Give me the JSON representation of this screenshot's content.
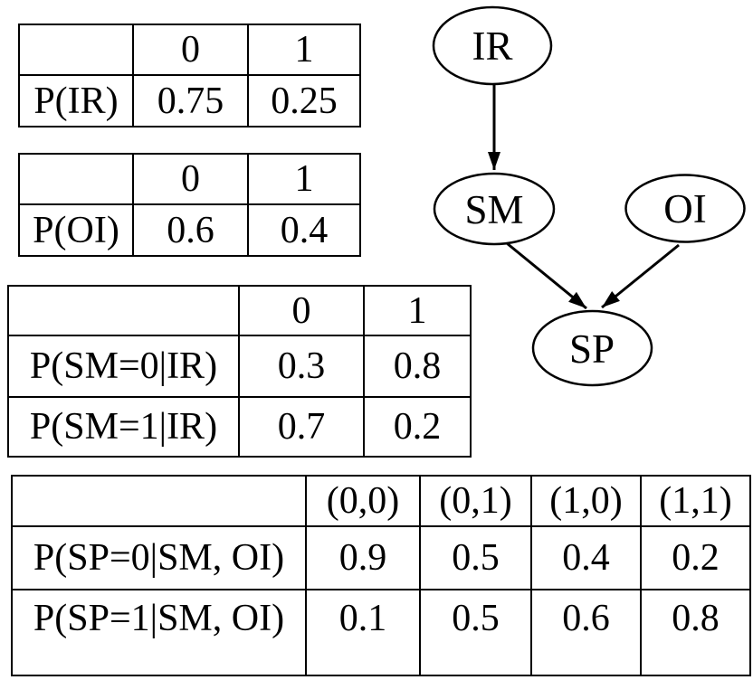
{
  "colors": {
    "background": "#ffffff",
    "text": "#000000",
    "line": "#000000"
  },
  "tables": [
    {
      "id": "p-ir",
      "header": [
        "",
        "0",
        "1"
      ],
      "rows": [
        {
          "label": "P(IR)",
          "values": [
            "0.75",
            "0.25"
          ]
        }
      ]
    },
    {
      "id": "p-oi",
      "header": [
        "",
        "0",
        "1"
      ],
      "rows": [
        {
          "label": "P(OI)",
          "values": [
            "0.6",
            "0.4"
          ]
        }
      ]
    },
    {
      "id": "p-sm-given-ir",
      "header": [
        "",
        "0",
        "1"
      ],
      "rows": [
        {
          "label": "P(SM=0|IR)",
          "values": [
            "0.3",
            "0.8"
          ]
        },
        {
          "label": "P(SM=1|IR)",
          "values": [
            "0.7",
            "0.2"
          ]
        }
      ]
    },
    {
      "id": "p-sp-given-sm-oi",
      "header": [
        "",
        "(0,0)",
        "(0,1)",
        "(1,0)",
        "(1,1)"
      ],
      "rows": [
        {
          "label": "P(SP=0|SM, OI)",
          "values": [
            "0.9",
            "0.5",
            "0.4",
            "0.2"
          ]
        },
        {
          "label": "P(SP=1|SM, OI)",
          "values": [
            "0.1",
            "0.5",
            "0.6",
            "0.8"
          ]
        }
      ]
    }
  ],
  "diagram": {
    "nodes": [
      {
        "id": "IR",
        "label": "IR"
      },
      {
        "id": "SM",
        "label": "SM"
      },
      {
        "id": "OI",
        "label": "OI"
      },
      {
        "id": "SP",
        "label": "SP"
      }
    ],
    "edges": [
      {
        "from": "IR",
        "to": "SM"
      },
      {
        "from": "SM",
        "to": "SP"
      },
      {
        "from": "OI",
        "to": "SP"
      }
    ]
  }
}
